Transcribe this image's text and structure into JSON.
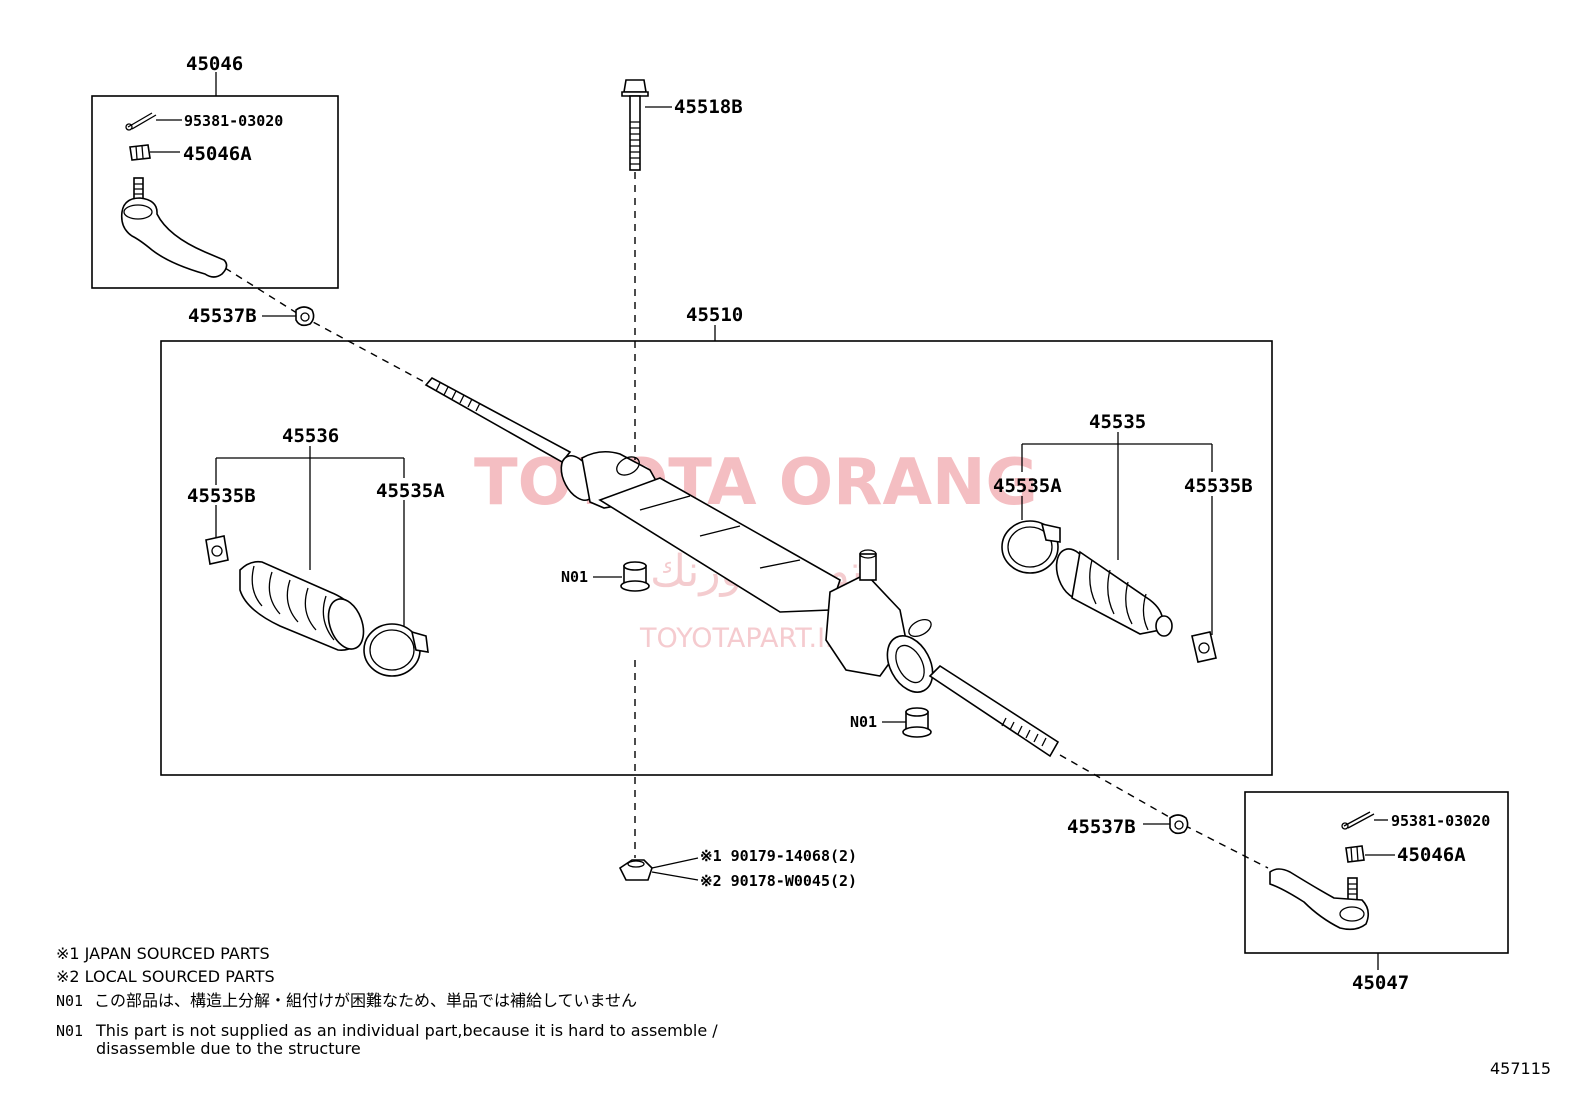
{
  "labels": {
    "p45046": "45046",
    "p95381_a": "95381-03020",
    "p45046A_a": "45046A",
    "p45518B": "45518B",
    "p45537B_a": "45537B",
    "p45510": "45510",
    "p45536": "45536",
    "p45535B_l": "45535B",
    "p45535A_l": "45535A",
    "p45535": "45535",
    "p45535A_r": "45535A",
    "p45535B_r": "45535B",
    "n01_a": "N01",
    "n01_b": "N01",
    "p45537B_b": "45537B",
    "p95381_b": "95381-03020",
    "p45046A_b": "45046A",
    "p45047": "45047",
    "nut_1": "※1 90179-14068(2)",
    "nut_2": "※2 90178-W0045(2)"
  },
  "notes": {
    "n1": "※1 JAPAN SOURCED PARTS",
    "n2": "※2 LOCAL SOURCED PARTS",
    "n3_code": "N01",
    "n3_text": "この部品は、構造上分解・組付けが困難なため、単品では補給していません",
    "n4_code": "N01",
    "n4_line1": "This part is not supplied as an individual part,because it is hard to assemble /",
    "n4_line2": "disassemble due to the structure"
  },
  "watermark": {
    "main": "TOYOTA ORANG",
    "arabic": "تويوتا اورنك",
    "site": "TOYOTAPART.IR"
  },
  "figure_id": "457115",
  "colors": {
    "watermark": "#f3b3b8",
    "line": "#000000"
  }
}
